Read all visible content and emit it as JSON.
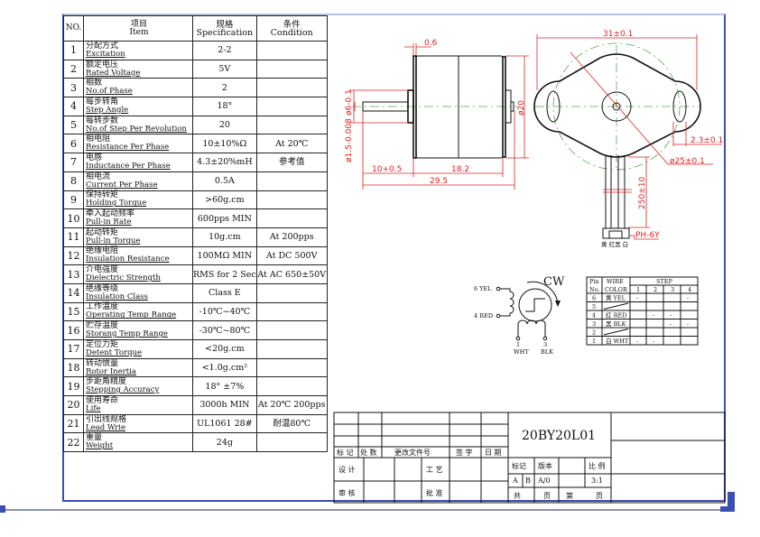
{
  "spec_table": {
    "headers": {
      "no": "NO.",
      "item_zh": "项目",
      "item_en": "Item",
      "spec_zh": "规格",
      "spec_en": "Specification",
      "cond_zh": "条件",
      "cond_en": "Condition"
    },
    "rows": [
      {
        "no": "1",
        "zh": "分配方式",
        "en": "Excitation",
        "spec": "2-2",
        "cond": ""
      },
      {
        "no": "2",
        "zh": "额定电压",
        "en": "Rated Voltage",
        "spec": "5V",
        "cond": ""
      },
      {
        "no": "3",
        "zh": "相数",
        "en": "No.of Phase",
        "spec": "2",
        "cond": ""
      },
      {
        "no": "4",
        "zh": "每步转角",
        "en": "Step Angle",
        "spec": "18°",
        "cond": ""
      },
      {
        "no": "5",
        "zh": "每转步数",
        "en": "No.of Step Per Revolution",
        "spec": "20",
        "cond": ""
      },
      {
        "no": "6",
        "zh": "相电阻",
        "en": "Resistance Per Phase",
        "spec": "10±10%Ω",
        "cond": "At 20℃"
      },
      {
        "no": "7",
        "zh": "电感",
        "en": "Inductance Per Phase",
        "spec": "4.3±20%mH",
        "cond": "参考值"
      },
      {
        "no": "8",
        "zh": "相电流",
        "en": "Current Per Phase",
        "spec": "0.5A",
        "cond": ""
      },
      {
        "no": "9",
        "zh": "保持转矩",
        "en": "Holding Torque",
        "spec": ">60g.cm",
        "cond": ""
      },
      {
        "no": "10",
        "zh": "牵入起动频率",
        "en": "Pull-in Rate",
        "spec": "600pps MIN",
        "cond": ""
      },
      {
        "no": "11",
        "zh": "起动转矩",
        "en": "Pull-in Torque",
        "spec": "10g.cm",
        "cond": "At 200pps"
      },
      {
        "no": "12",
        "zh": "绝缘电阻",
        "en": "Insulation Resistance",
        "spec": "100MΩ MIN",
        "cond": "At DC 500V"
      },
      {
        "no": "13",
        "zh": "介电强度",
        "en": "Dielectric Strength",
        "spec": "RMS for 2 Sec",
        "cond": "At AC 650±50V"
      },
      {
        "no": "14",
        "zh": "绝缘等级",
        "en": "Insulation Class",
        "spec": "Class E",
        "cond": ""
      },
      {
        "no": "15",
        "zh": "工作温度",
        "en": "Operating Temp Range",
        "spec": "-10℃~40℃",
        "cond": ""
      },
      {
        "no": "16",
        "zh": "贮存温度",
        "en": "Storang Temp Range",
        "spec": "-30℃~80℃",
        "cond": ""
      },
      {
        "no": "17",
        "zh": "定位力矩",
        "en": "Detent Torque",
        "spec": "<20g.cm",
        "cond": ""
      },
      {
        "no": "18",
        "zh": "转动惯量",
        "en": "Rotor Inertia",
        "spec": "<1.0g.cm²",
        "cond": ""
      },
      {
        "no": "19",
        "zh": "步距角精度",
        "en": "Stepping Accuracy",
        "spec": "18° ±7%",
        "cond": ""
      },
      {
        "no": "20",
        "zh": "使用寿命",
        "en": "Life",
        "spec": "3000h MIN",
        "cond": "At 20℃ 200pps"
      },
      {
        "no": "21",
        "zh": "引出线规格",
        "en": "Lead Wrie",
        "spec": "UL1061  28#",
        "cond": "耐温80℃"
      },
      {
        "no": "22",
        "zh": "重量",
        "en": "Weight",
        "spec": "24g",
        "cond": ""
      }
    ]
  },
  "side_view": {
    "dim_flange": "0.6",
    "dim_shaft_dia": "ø6-0.1",
    "dim_shaft_tol": "ø1.5-0.008",
    "dim_body_dia": "ø20",
    "dim_shaft_len": "10+0.5",
    "dim_body_len": "18.2",
    "dim_total": "29.5"
  },
  "front_view": {
    "dim_width": "31±0.1",
    "dim_hole": "2.3±0.1",
    "dim_circle": "ø25±0.1",
    "dim_lead": "250±10",
    "connector": "PH-6Y",
    "wire_colors": "黄 红黑 白"
  },
  "schematic": {
    "rotation": "CW",
    "lead_6": "6 YEL",
    "lead_4": "4 RED",
    "lead_1_no": "1",
    "lead_1_color": "WHT",
    "lead_3_no": "3",
    "lead_3_color": "BLK"
  },
  "step_table": {
    "h_pin": "Pin",
    "h_no": "No.",
    "h_wire": "WIRE",
    "h_color": "COLOR",
    "h_step": "STEP",
    "steps": [
      "1",
      "2",
      "3",
      "4"
    ],
    "rows": [
      {
        "pin": "6",
        "color": "黄 YEL",
        "marks": [
          "-",
          "",
          "",
          "-"
        ]
      },
      {
        "pin": "5",
        "color": "",
        "marks": [
          "",
          "",
          "",
          ""
        ]
      },
      {
        "pin": "4",
        "color": "红 RED",
        "marks": [
          "",
          "-",
          "-",
          ""
        ]
      },
      {
        "pin": "3",
        "color": "黑 BLK",
        "marks": [
          "",
          "",
          "-",
          "-"
        ]
      },
      {
        "pin": "2",
        "color": "",
        "marks": [
          "",
          "",
          "",
          ""
        ]
      },
      {
        "pin": "1",
        "color": "白 WHT",
        "marks": [
          "-",
          "-",
          "",
          ""
        ]
      }
    ]
  },
  "title_block": {
    "model": "20BY20L01",
    "h_mark": "标 记",
    "h_count": "处 数",
    "h_doc": "更改文件号",
    "h_sign": "签 字",
    "h_date": "日 期",
    "design": "设 计",
    "process": "工 艺",
    "review": "审 核",
    "approve": "批 准",
    "mark": "标记",
    "version": "版本",
    "scale_label": "比 例",
    "mark_a": "A",
    "mark_b": "B",
    "version_value": "A/0",
    "scale_value": "3:1",
    "total": "共",
    "page": "页",
    "nth": "第",
    "page2": "页"
  }
}
